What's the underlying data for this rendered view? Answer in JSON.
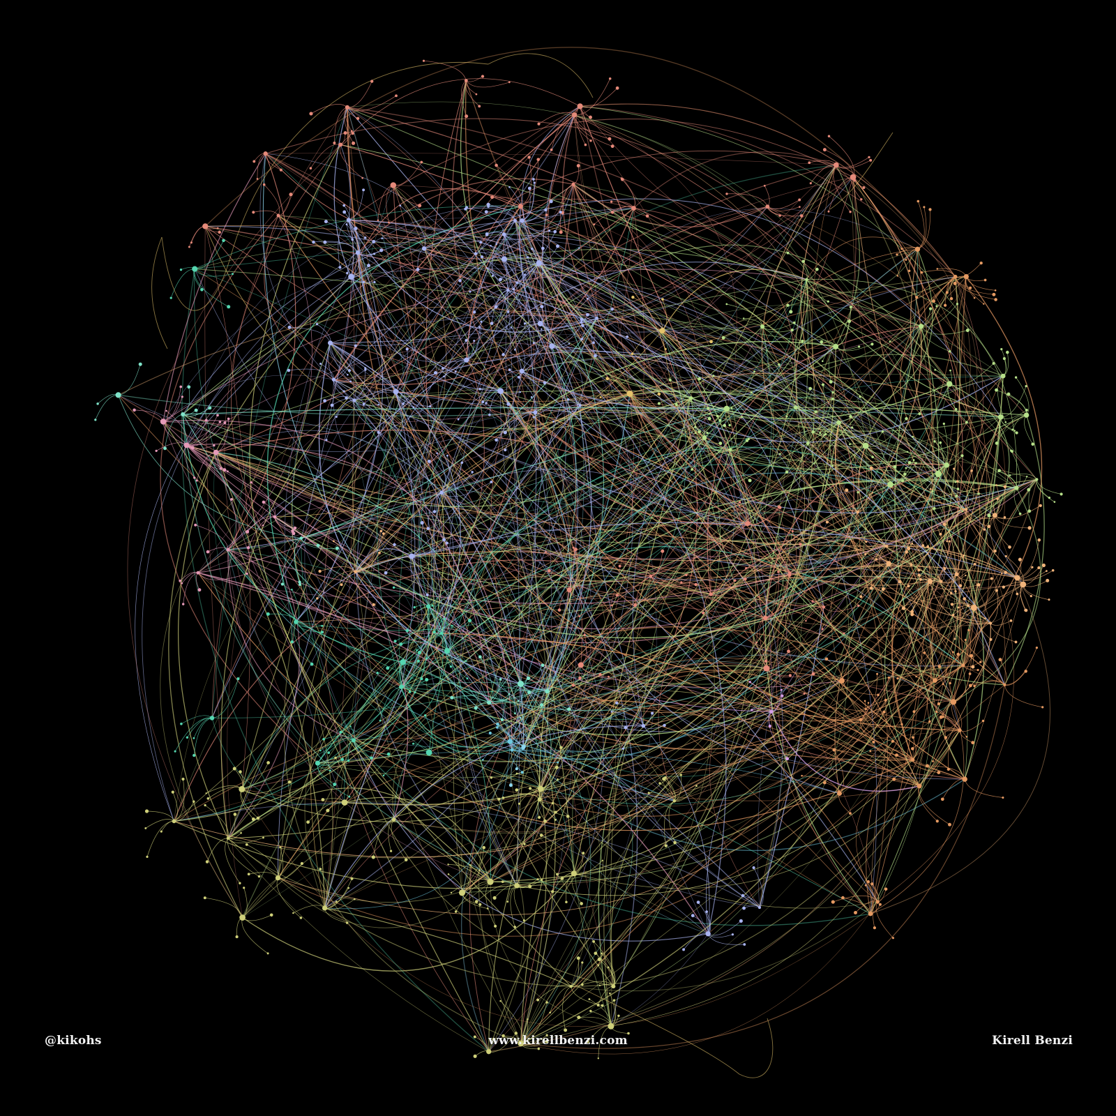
{
  "artwork": {
    "background": "#000000",
    "palette": [
      "#7fe3c9",
      "#55d6b0",
      "#9ad08a",
      "#cfd07a",
      "#e5c36b",
      "#e59a62",
      "#e58a7a",
      "#e59ab8",
      "#d59ee6",
      "#a9b4f0",
      "#8ed6ef",
      "#6fc9e0",
      "#b7e08a",
      "#f0b37a"
    ]
  },
  "footer": {
    "handle": "@kikohs",
    "website": "www.kirellbenzi.com",
    "author": "Kirell Benzi"
  }
}
